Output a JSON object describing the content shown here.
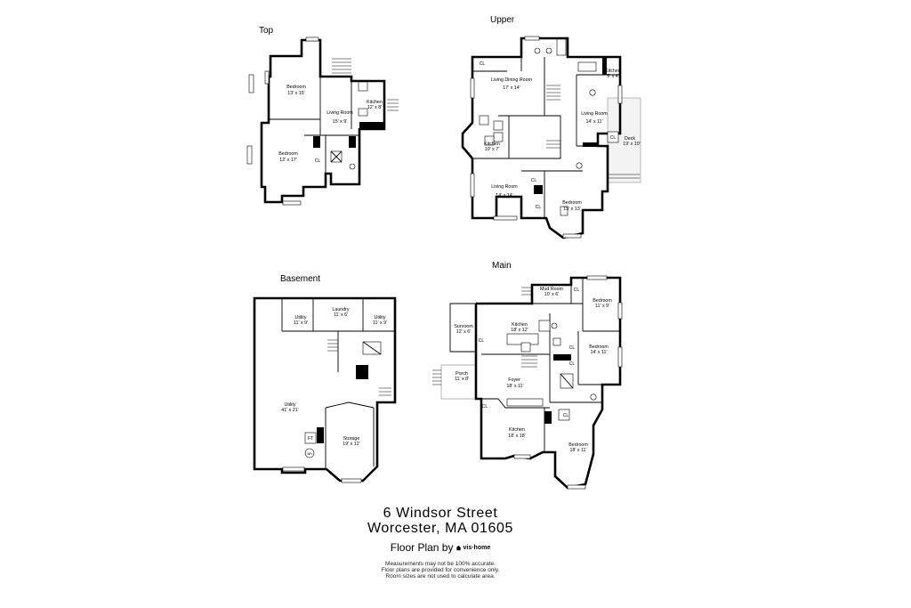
{
  "floors": {
    "top": {
      "title": "Top",
      "rooms": [
        {
          "name": "Bedroom",
          "dims": "13' x 15'"
        },
        {
          "name": "Living Room",
          "dims": "15' x 9'"
        },
        {
          "name": "Kitchen",
          "dims": "12' x 8'"
        },
        {
          "name": "Bedroom",
          "dims": "12' x 17'"
        }
      ],
      "closets": [
        "CL"
      ]
    },
    "upper": {
      "title": "Upper",
      "rooms": [
        {
          "name": "Living Dining Room",
          "dims": "17' x 14'"
        },
        {
          "name": "Kitchen",
          "dims": "5' x 4'"
        },
        {
          "name": "Living Room",
          "dims": "14' x 11'"
        },
        {
          "name": "Kitchen",
          "dims": "10' x 7'"
        },
        {
          "name": "Deck",
          "dims": "19' x 10'"
        },
        {
          "name": "Living Room",
          "dims": "14' x 14'"
        },
        {
          "name": "Bedroom",
          "dims": "15' x 13'"
        }
      ],
      "closets": [
        "CL",
        "CL",
        "CL",
        "CL"
      ]
    },
    "basement": {
      "title": "Basement",
      "rooms": [
        {
          "name": "Utility",
          "dims": "11' x 9'"
        },
        {
          "name": "Laundry",
          "dims": "11' x 6'"
        },
        {
          "name": "Utility",
          "dims": "11' x 9'"
        },
        {
          "name": "Utility",
          "dims": "41' x 21'"
        },
        {
          "name": "Storage",
          "dims": "19' x 12'"
        }
      ],
      "fixtures": [
        "FT",
        "WH"
      ]
    },
    "main": {
      "title": "Main",
      "rooms": [
        {
          "name": "Mud Room",
          "dims": "10' x 6'"
        },
        {
          "name": "Bedroom",
          "dims": "11' x 9'"
        },
        {
          "name": "Sunroom",
          "dims": "12' x 6'"
        },
        {
          "name": "Kitchen",
          "dims": "18' x 12'"
        },
        {
          "name": "Bedroom",
          "dims": "14' x 11'"
        },
        {
          "name": "Porch",
          "dims": "11' x 8'"
        },
        {
          "name": "Foyer",
          "dims": "18' x 11'"
        },
        {
          "name": "Kitchen",
          "dims": "18' x 18'"
        },
        {
          "name": "Bedroom",
          "dims": "18' x 11'"
        }
      ],
      "closets": [
        "CL",
        "CL",
        "CL",
        "CL",
        "CL",
        "CL"
      ]
    }
  },
  "footer": {
    "address_line1": "6 Windsor Street",
    "address_line2": "Worcester, MA 01605",
    "floor_plan_by": "Floor Plan by",
    "brand": "vis·home",
    "disclaimer": [
      "Measurements may not be 100% accurate.",
      "Floor plans are provided for convenience only.",
      "Room sizes are not used to calculate area."
    ]
  }
}
